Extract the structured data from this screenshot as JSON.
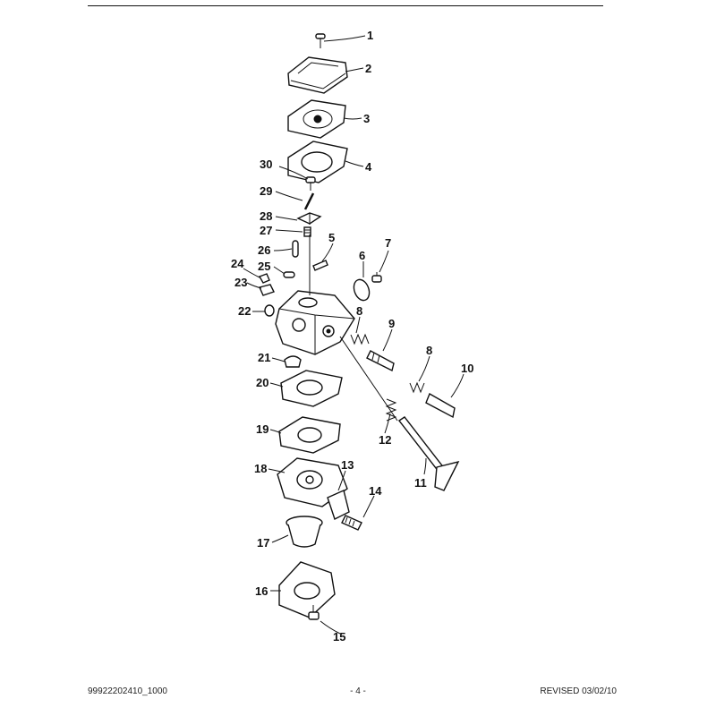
{
  "footer": {
    "doc_code": "99922202410_1000",
    "page_number": "- 4 -",
    "revised": "REVISED 03/02/10"
  },
  "callouts": [
    {
      "label": "1"
    },
    {
      "label": "2"
    },
    {
      "label": "3"
    },
    {
      "label": "4"
    },
    {
      "label": "30"
    },
    {
      "label": "29"
    },
    {
      "label": "28"
    },
    {
      "label": "27"
    },
    {
      "label": "26"
    },
    {
      "label": "5"
    },
    {
      "label": "6"
    },
    {
      "label": "7"
    },
    {
      "label": "24"
    },
    {
      "label": "25"
    },
    {
      "label": "23"
    },
    {
      "label": "22"
    },
    {
      "label": "8"
    },
    {
      "label": "9"
    },
    {
      "label": "21"
    },
    {
      "label": "8"
    },
    {
      "label": "10"
    },
    {
      "label": "20"
    },
    {
      "label": "12"
    },
    {
      "label": "19"
    },
    {
      "label": "11"
    },
    {
      "label": "18"
    },
    {
      "label": "13"
    },
    {
      "label": "14"
    },
    {
      "label": "17"
    },
    {
      "label": "16"
    },
    {
      "label": "15"
    }
  ]
}
